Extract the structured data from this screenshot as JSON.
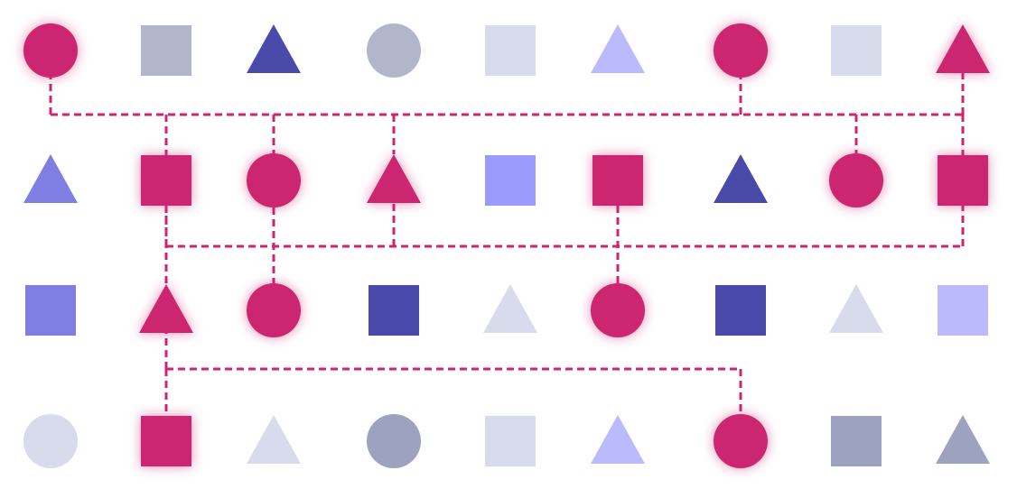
{
  "highlight_color": "#cd2570",
  "palette": {
    "pink": "#cd2570",
    "navy": "#4a4aaa",
    "violet": "#7f7fe3",
    "periwinkle": "#9b9bfd",
    "lavender": "#babafd",
    "slate": "#b2b6cc",
    "steel": "#9ca2bf",
    "mist": "#d8dbeb"
  },
  "grid": [
    [
      {
        "shape": "circle",
        "color": "pink",
        "highlight": true
      },
      {
        "shape": "square",
        "color": "slate",
        "highlight": false
      },
      {
        "shape": "triangle",
        "color": "navy",
        "highlight": false
      },
      {
        "shape": "circle",
        "color": "slate",
        "highlight": false
      },
      {
        "shape": "square",
        "color": "mist",
        "highlight": false
      },
      {
        "shape": "triangle",
        "color": "lavender",
        "highlight": false
      },
      {
        "shape": "circle",
        "color": "pink",
        "highlight": true
      },
      {
        "shape": "square",
        "color": "mist",
        "highlight": false
      },
      {
        "shape": "triangle",
        "color": "pink",
        "highlight": true
      }
    ],
    [
      {
        "shape": "triangle",
        "color": "violet",
        "highlight": false
      },
      {
        "shape": "square",
        "color": "pink",
        "highlight": true
      },
      {
        "shape": "circle",
        "color": "pink",
        "highlight": true
      },
      {
        "shape": "triangle",
        "color": "pink",
        "highlight": true
      },
      {
        "shape": "square",
        "color": "periwinkle",
        "highlight": false
      },
      {
        "shape": "square",
        "color": "pink",
        "highlight": true
      },
      {
        "shape": "triangle",
        "color": "navy",
        "highlight": false
      },
      {
        "shape": "circle",
        "color": "pink",
        "highlight": true
      },
      {
        "shape": "square",
        "color": "pink",
        "highlight": true
      }
    ],
    [
      {
        "shape": "square",
        "color": "violet",
        "highlight": false
      },
      {
        "shape": "triangle",
        "color": "pink",
        "highlight": true
      },
      {
        "shape": "circle",
        "color": "pink",
        "highlight": true
      },
      {
        "shape": "square",
        "color": "navy",
        "highlight": false
      },
      {
        "shape": "triangle",
        "color": "mist",
        "highlight": false
      },
      {
        "shape": "circle",
        "color": "pink",
        "highlight": true
      },
      {
        "shape": "square",
        "color": "navy",
        "highlight": false
      },
      {
        "shape": "triangle",
        "color": "mist",
        "highlight": false
      },
      {
        "shape": "square",
        "color": "lavender",
        "highlight": false
      }
    ],
    [
      {
        "shape": "circle",
        "color": "mist",
        "highlight": false
      },
      {
        "shape": "square",
        "color": "pink",
        "highlight": true
      },
      {
        "shape": "triangle",
        "color": "mist",
        "highlight": false
      },
      {
        "shape": "circle",
        "color": "steel",
        "highlight": false
      },
      {
        "shape": "square",
        "color": "mist",
        "highlight": false
      },
      {
        "shape": "triangle",
        "color": "lavender",
        "highlight": false
      },
      {
        "shape": "circle",
        "color": "pink",
        "highlight": true
      },
      {
        "shape": "square",
        "color": "steel",
        "highlight": false
      },
      {
        "shape": "triangle",
        "color": "steel",
        "highlight": false
      }
    ]
  ],
  "connectors": [
    {
      "bus": "between-rows-1-2",
      "from": [
        {
          "row": 0,
          "col": 0
        },
        {
          "row": 0,
          "col": 6
        },
        {
          "row": 0,
          "col": 8
        }
      ],
      "to": [
        {
          "row": 1,
          "col": 1
        },
        {
          "row": 1,
          "col": 2
        },
        {
          "row": 1,
          "col": 3
        },
        {
          "row": 1,
          "col": 7
        },
        {
          "row": 1,
          "col": 8
        }
      ]
    },
    {
      "bus": "between-rows-2-3",
      "from": [
        {
          "row": 1,
          "col": 1
        },
        {
          "row": 1,
          "col": 3
        },
        {
          "row": 1,
          "col": 8
        }
      ],
      "to": []
    },
    {
      "bus": "vertical",
      "from": [
        {
          "row": 1,
          "col": 1
        }
      ],
      "to": [
        {
          "row": 2,
          "col": 1
        }
      ]
    },
    {
      "bus": "vertical",
      "from": [
        {
          "row": 1,
          "col": 2
        }
      ],
      "to": [
        {
          "row": 2,
          "col": 2
        }
      ]
    },
    {
      "bus": "vertical",
      "from": [
        {
          "row": 1,
          "col": 5
        }
      ],
      "to": [
        {
          "row": 2,
          "col": 5
        }
      ]
    },
    {
      "bus": "between-rows-3-4",
      "from": [
        {
          "row": 2,
          "col": 1
        },
        {
          "row": 3,
          "col": 6
        }
      ],
      "to": [
        {
          "row": 3,
          "col": 1
        }
      ]
    }
  ],
  "arrowheads": [
    {
      "row": 0,
      "col": 8
    },
    {
      "row": 1,
      "col": 3
    },
    {
      "row": 2,
      "col": 1
    }
  ]
}
